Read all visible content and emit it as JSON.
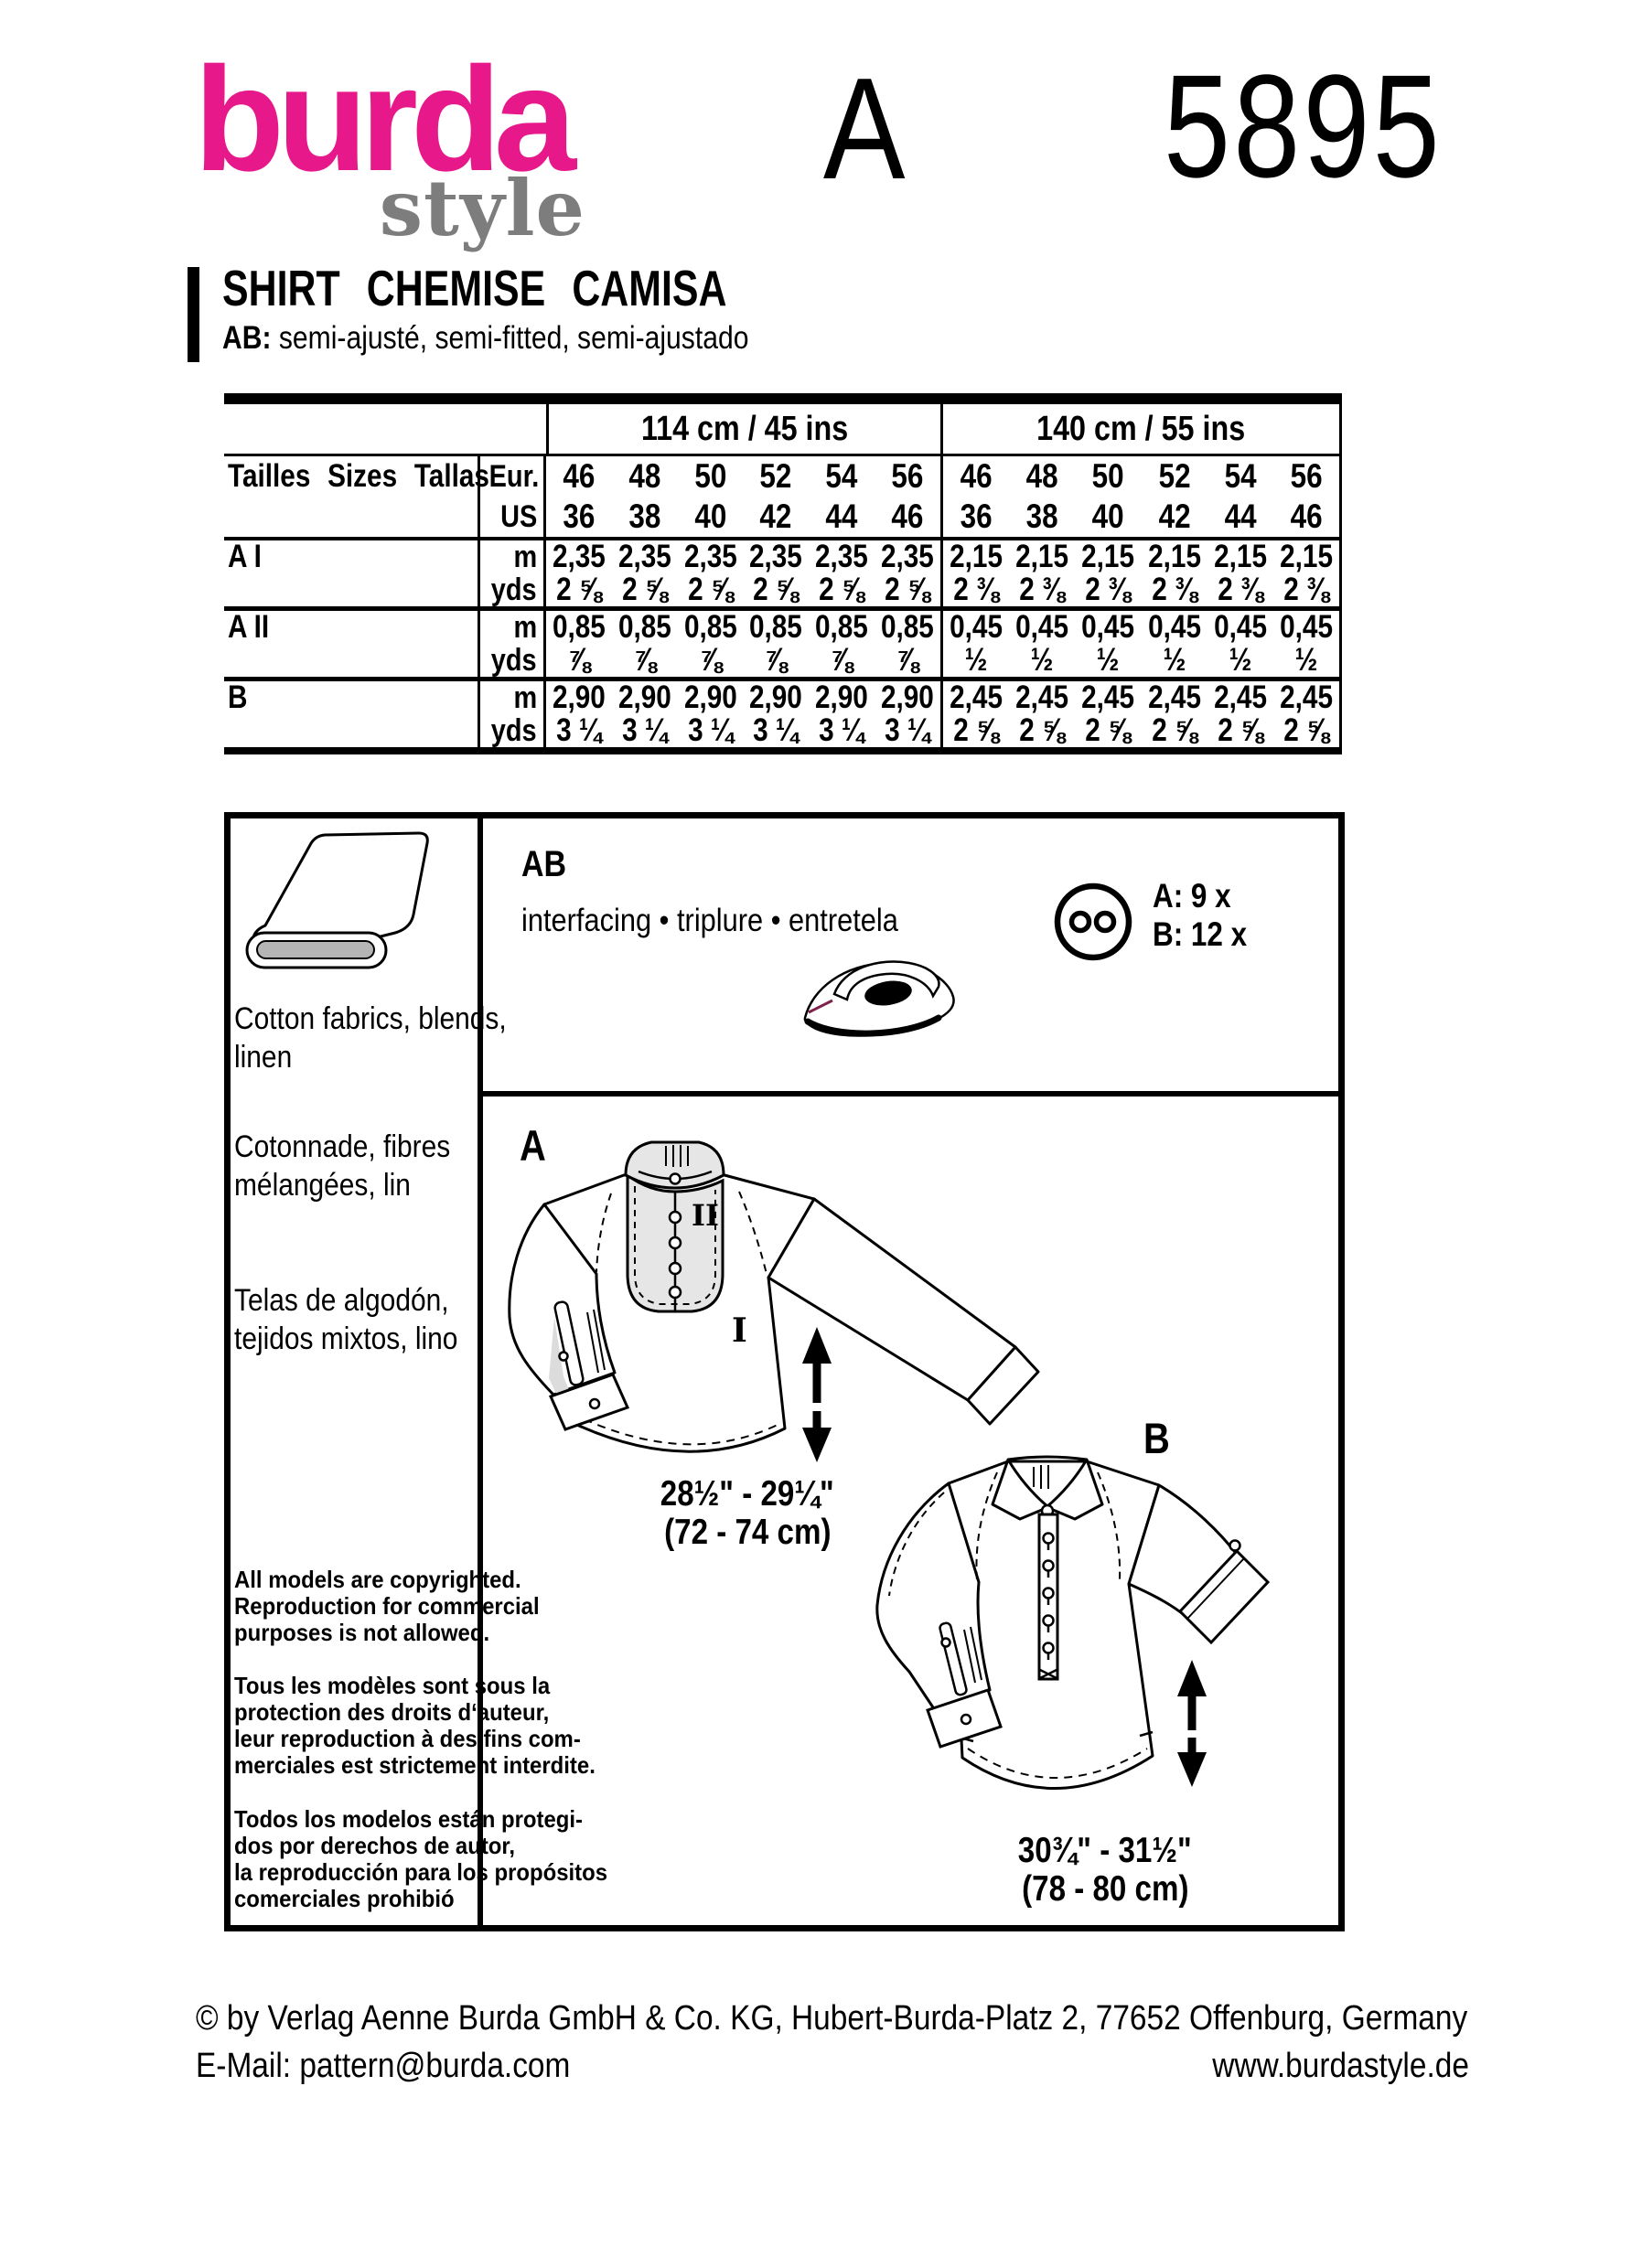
{
  "header": {
    "brand": "burda",
    "brand_sub": "style",
    "view_letter": "A",
    "pattern_number": "5895"
  },
  "title": {
    "name": "SHIRT CHEMISE CAMISA",
    "fit_bold": "AB:",
    "fit_rest": "semi-ajusté, semi-fitted, semi-ajustado"
  },
  "size_table": {
    "width_group_1": "114 cm / 45 ins",
    "width_group_2": "140 cm / 55 ins",
    "sizes_label": "Tailles Sizes Tallas",
    "eur_label": "Eur.",
    "us_label": "US",
    "m_label": "m",
    "yds_label": "yds",
    "eur_sizes": [
      "46",
      "48",
      "50",
      "52",
      "54",
      "56"
    ],
    "us_sizes": [
      "36",
      "38",
      "40",
      "42",
      "44",
      "46"
    ],
    "rows": [
      {
        "label": "A I",
        "m_114": [
          "2,35",
          "2,35",
          "2,35",
          "2,35",
          "2,35",
          "2,35"
        ],
        "yds_114": [
          "2 ⅝",
          "2 ⅝",
          "2 ⅝",
          "2 ⅝",
          "2 ⅝",
          "2 ⅝"
        ],
        "m_140": [
          "2,15",
          "2,15",
          "2,15",
          "2,15",
          "2,15",
          "2,15"
        ],
        "yds_140": [
          "2 ⅜",
          "2 ⅜",
          "2 ⅜",
          "2 ⅜",
          "2 ⅜",
          "2 ⅜"
        ]
      },
      {
        "label": "A II",
        "m_114": [
          "0,85",
          "0,85",
          "0,85",
          "0,85",
          "0,85",
          "0,85"
        ],
        "yds_114": [
          "⅞",
          "⅞",
          "⅞",
          "⅞",
          "⅞",
          "⅞"
        ],
        "m_140": [
          "0,45",
          "0,45",
          "0,45",
          "0,45",
          "0,45",
          "0,45"
        ],
        "yds_140": [
          "½",
          "½",
          "½",
          "½",
          "½",
          "½"
        ]
      },
      {
        "label": "B",
        "m_114": [
          "2,90",
          "2,90",
          "2,90",
          "2,90",
          "2,90",
          "2,90"
        ],
        "yds_114": [
          "3 ¼",
          "3 ¼",
          "3 ¼",
          "3 ¼",
          "3 ¼",
          "3 ¼"
        ],
        "m_140": [
          "2,45",
          "2,45",
          "2,45",
          "2,45",
          "2,45",
          "2,45"
        ],
        "yds_140": [
          "2 ⅝",
          "2 ⅝",
          "2 ⅝",
          "2 ⅝",
          "2 ⅝",
          "2 ⅝"
        ]
      }
    ]
  },
  "materials": {
    "fabrics_en": [
      "Cotton fabrics, blends,",
      "linen"
    ],
    "fabrics_fr": [
      "Cotonnade, fibres",
      "mélangées, lin"
    ],
    "fabrics_es": [
      "Telas de algodón,",
      " tejidos mixtos, lino"
    ],
    "copyright_en": [
      "All models are copyrighted.",
      "Reproduction for commercial",
      "purposes is not allowed."
    ],
    "copyright_fr": [
      "Tous les modèles sont sous la",
      "protection des droits d‘auteur,",
      "leur reproduction à des fins com-",
      "merciales est strictement interdite."
    ],
    "copyright_es": [
      "Todos los modelos están protegi-",
      "dos por derechos de autor,",
      "la reproducción para los propósitos",
      "comerciales prohibió"
    ]
  },
  "notions": {
    "group_label": "AB",
    "interfacing": "interfacing • triplure • entretela",
    "buttons_a": "A: 9 x",
    "buttons_b": "B: 12 x"
  },
  "views": {
    "a": {
      "label": "A",
      "part_i": "I",
      "part_ii": "II",
      "length_in": "28½\" - 29¼\"",
      "length_cm": "(72 - 74 cm)"
    },
    "b": {
      "label": "B",
      "length_in": "30¾\" - 31½\"",
      "length_cm": "(78 - 80 cm)"
    }
  },
  "footer": {
    "copyright": "© by Verlag Aenne Burda GmbH & Co. KG, Hubert-Burda-Platz 2, 77652 Offenburg, Germany",
    "email": "E-Mail: pattern@burda.com",
    "website": "www.burdastyle.de"
  },
  "colors": {
    "brand_pink": "#e7198a",
    "brand_gray": "#7d7d7d",
    "diagram_gray": "#e6e6e6",
    "iron_accent": "#7d2248"
  }
}
